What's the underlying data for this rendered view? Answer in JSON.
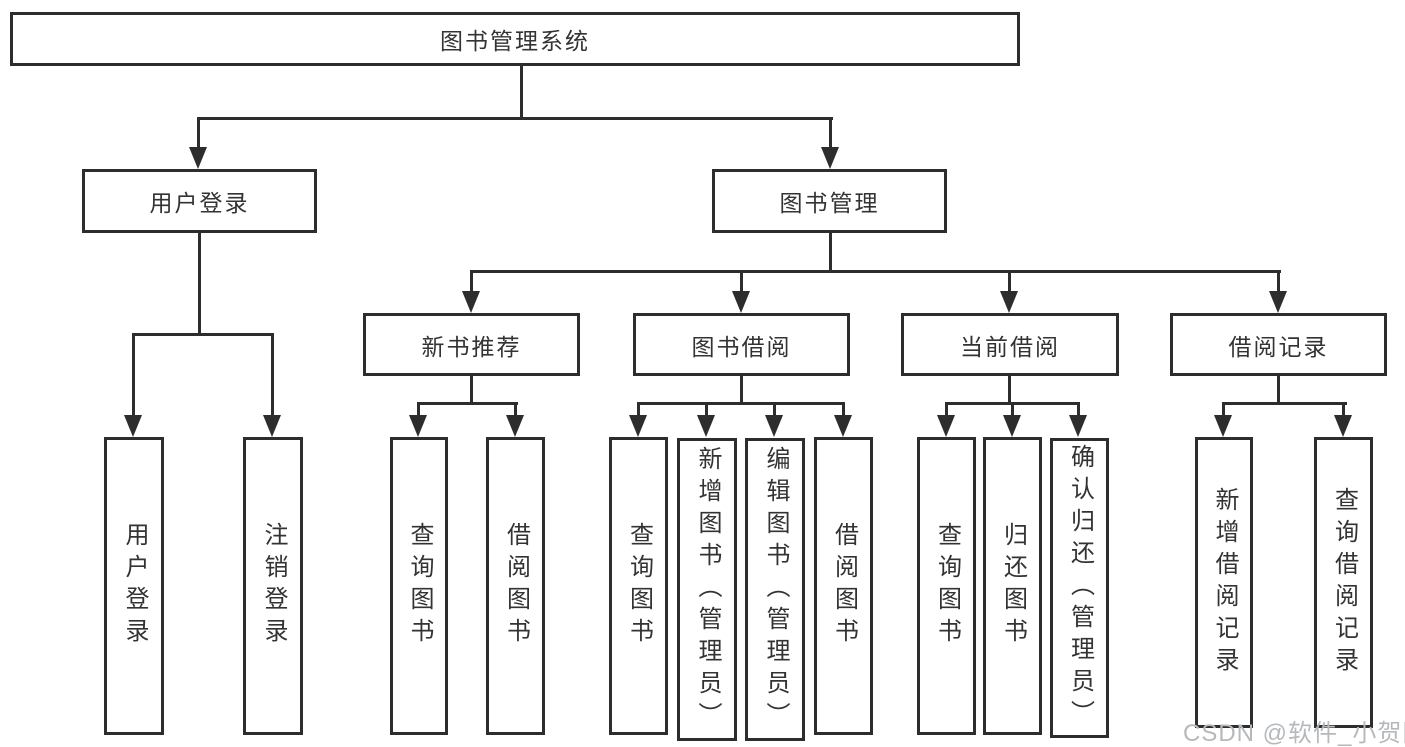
{
  "diagram": {
    "root": {
      "label": "图书管理系统"
    },
    "branches": [
      {
        "label": "用户登录",
        "children": [
          {
            "label": "用户登录"
          },
          {
            "label": "注销登录"
          }
        ]
      },
      {
        "label": "图书管理",
        "children": [
          {
            "label": "新书推荐",
            "children": [
              {
                "label": "查询图书"
              },
              {
                "label": "借阅图书"
              }
            ]
          },
          {
            "label": "图书借阅",
            "children": [
              {
                "label": "查询图书"
              },
              {
                "label": "新增图书（管理员）"
              },
              {
                "label": "编辑图书（管理员）"
              },
              {
                "label": "借阅图书"
              }
            ]
          },
          {
            "label": "当前借阅",
            "children": [
              {
                "label": "查询图书"
              },
              {
                "label": "归还图书"
              },
              {
                "label": "确认归还（管理员）"
              }
            ]
          },
          {
            "label": "借阅记录",
            "children": [
              {
                "label": "新增借阅记录"
              },
              {
                "label": "查询借阅记录"
              }
            ]
          }
        ]
      }
    ]
  },
  "watermark": {
    "text": "CSDN @软件_小贺同学"
  },
  "colors": {
    "line": "#2d2d2d",
    "text": "#333333",
    "watermark": "#b6b9bc",
    "background": "#ffffff"
  }
}
